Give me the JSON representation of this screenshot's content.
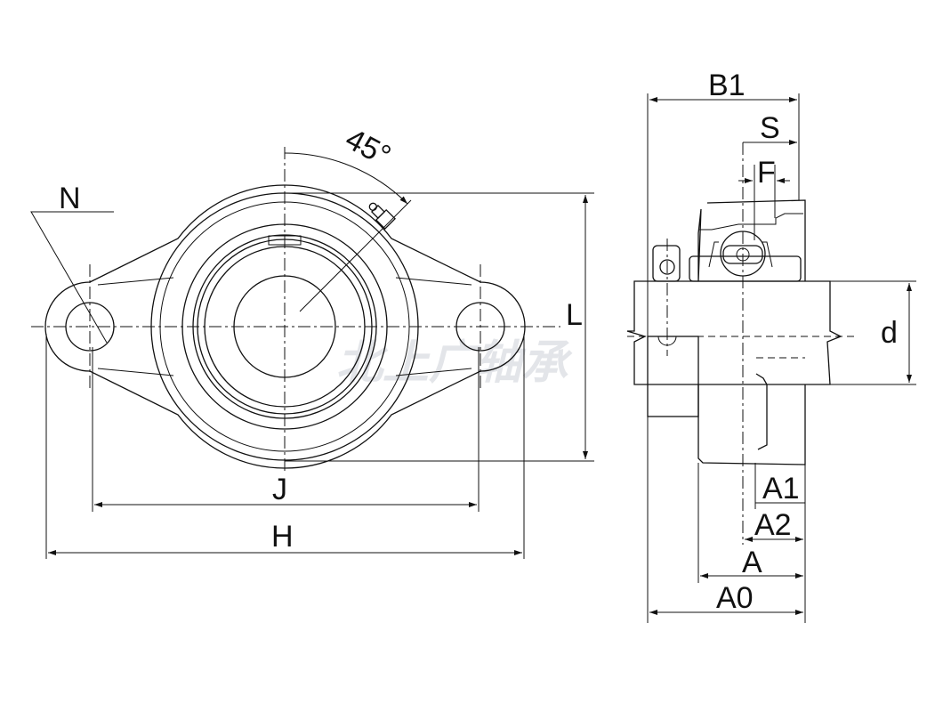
{
  "watermark": "北上广轴承",
  "front_view": {
    "labels": {
      "N": "N",
      "angle": "45°",
      "L": "L",
      "J": "J",
      "H": "H"
    }
  },
  "side_view": {
    "labels": {
      "B1": "B1",
      "S": "S",
      "F": "F",
      "d": "d",
      "A1": "A1",
      "A2": "A2",
      "A": "A",
      "A0": "A0"
    }
  },
  "colors": {
    "line": "#111111",
    "watermark": "#d8dbe0"
  }
}
